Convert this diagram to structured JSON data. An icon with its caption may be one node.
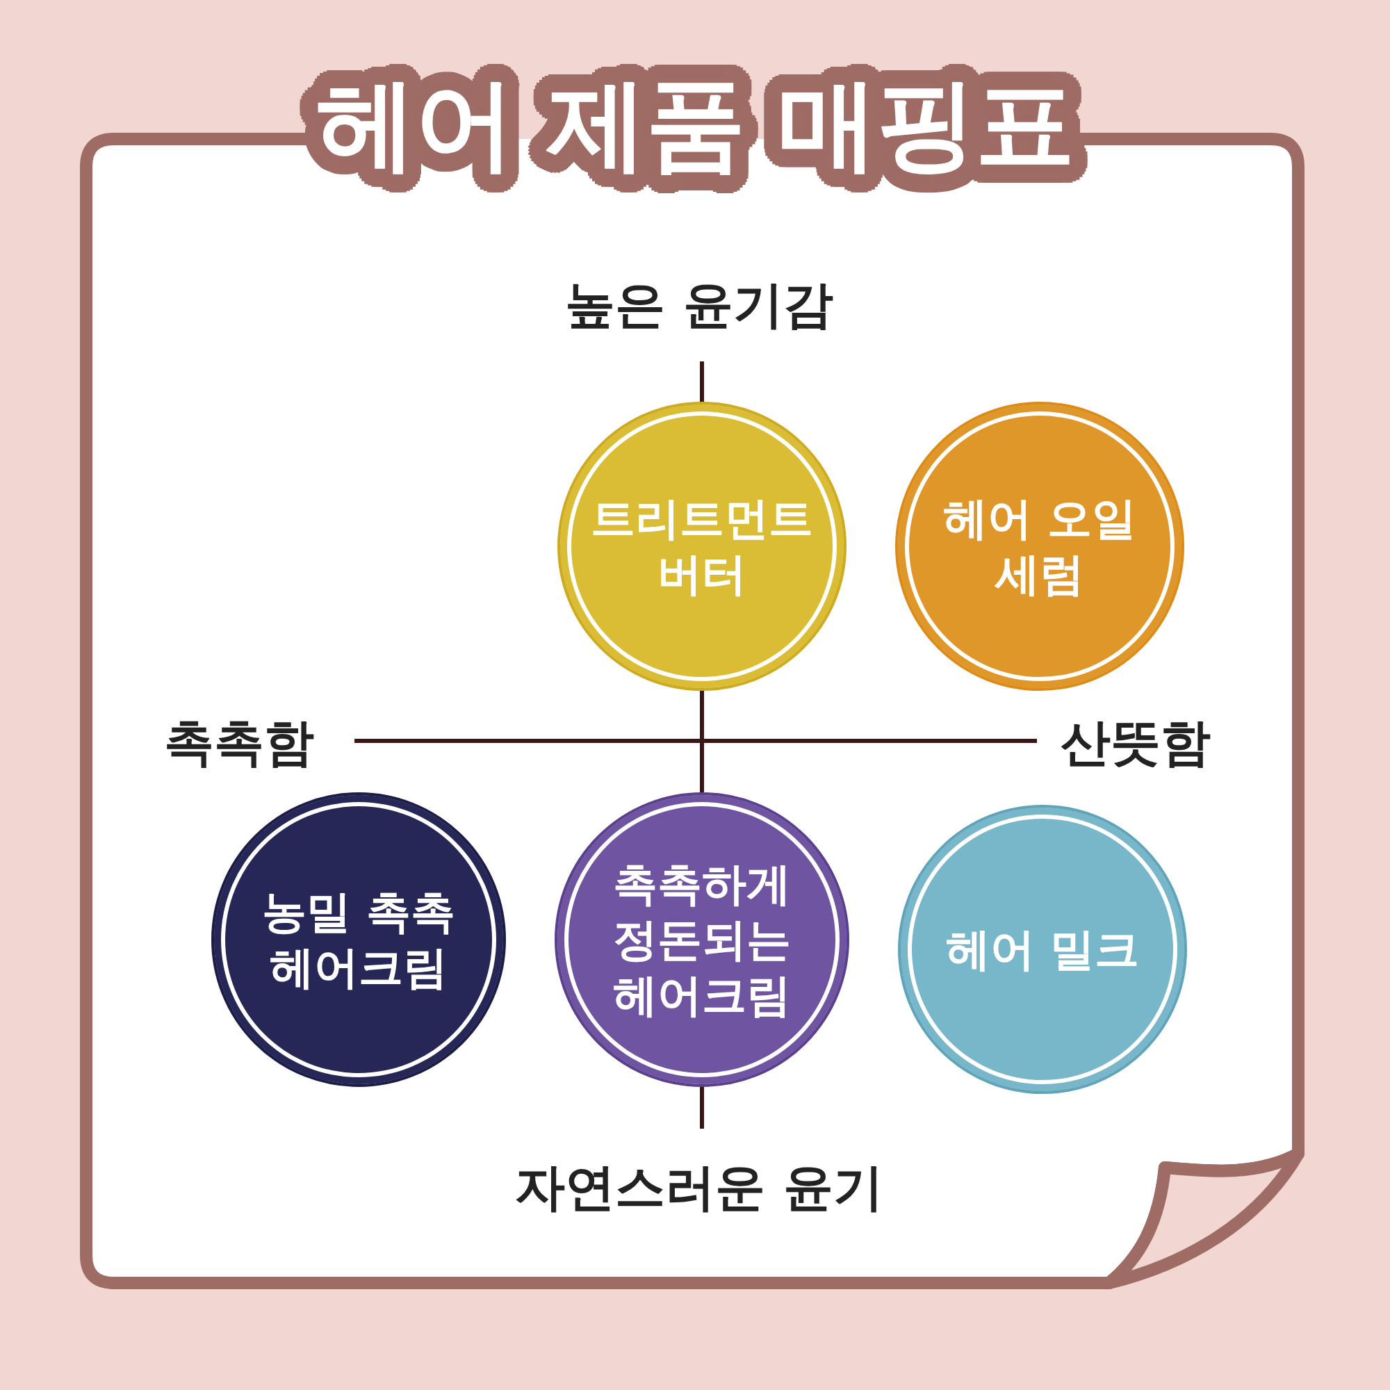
{
  "diagram": {
    "title": "헤어 제품 매핑표",
    "nodes": [
      {
        "text": [
          "트리트먼트 버터"
        ]
      },
      {
        "text": [
          "헤어 오일 세럼"
        ]
      },
      {
        "text": [
          "농밀 촉촉 헤어크림"
        ]
      },
      {
        "text": [
          "촉촉하게 정돈되는 헤어크림"
        ]
      },
      {
        "text": [
          "헤어 밀크"
        ]
      }
    ],
    "labels": [
      "높은 윤기감",
      "촉촉함",
      "산뜻함",
      "자연스러운 윤기"
    ]
  }
}
